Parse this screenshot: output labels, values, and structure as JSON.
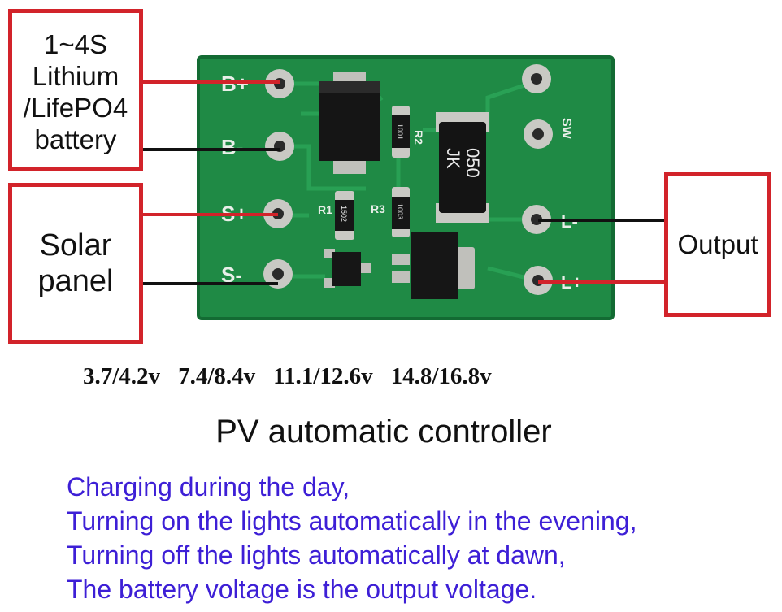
{
  "battery_label": {
    "lines": [
      "1~4S",
      "Lithium",
      "/LifePO4",
      "battery"
    ]
  },
  "solar_label": {
    "lines": [
      "Solar",
      "panel"
    ]
  },
  "output_label": {
    "text": "Output"
  },
  "board": {
    "pin_labels": {
      "b_plus": "B+",
      "b_minus": "B-",
      "s_plus": "S+",
      "s_minus": "S-",
      "sw": "SW",
      "l_minus": "L-",
      "l_plus": "L+"
    },
    "component_labels": {
      "r1": "R1",
      "r2": "R2",
      "r3": "R3",
      "r1_code": "1502",
      "r2_code": "1001",
      "r3_code": "1003",
      "fuse_top": "JK",
      "fuse_bottom": "050"
    }
  },
  "voltages": [
    "3.7/4.2v",
    "7.4/8.4v",
    "11.1/12.6v",
    "14.8/16.8v"
  ],
  "title": "PV automatic controller",
  "description": [
    "Charging during the day,",
    "Turning on the lights automatically in the evening,",
    "Turning off the lights automatically at dawn,",
    "The battery voltage is the output voltage."
  ],
  "colors": {
    "box_border": "#d2232a",
    "positive_wire": "#d2232a",
    "negative_wire": "#111111",
    "pcb": "#1f8a45",
    "description_text": "#3d1fd6"
  }
}
